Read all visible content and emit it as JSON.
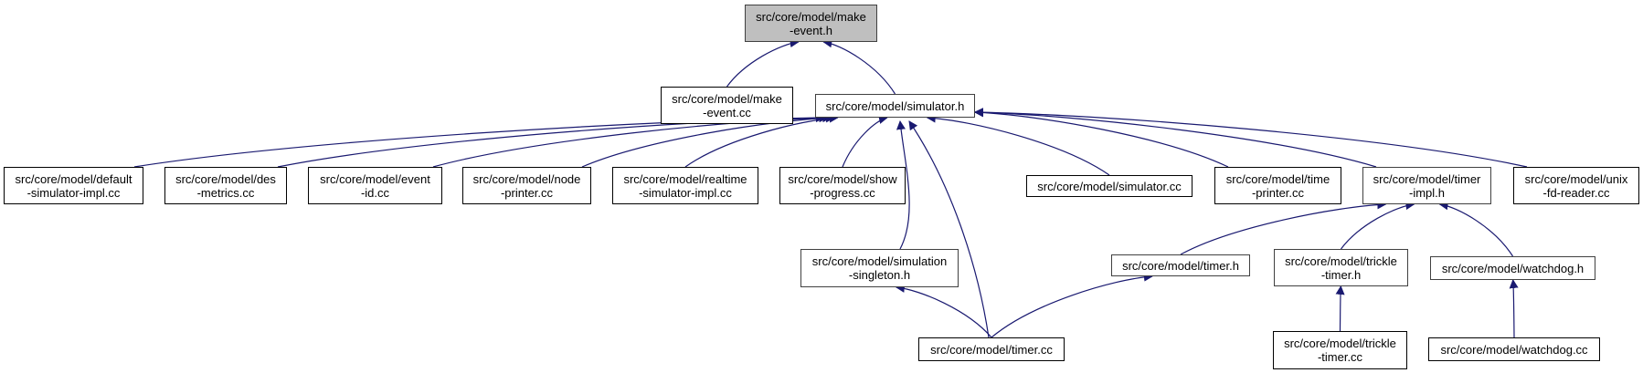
{
  "title": "Include dependency graph for src/core/model/make-event.h",
  "colors": {
    "edge": "#191970",
    "root_fill": "#bfbfbf",
    "node_fill": "#ffffff",
    "border": "#000000"
  },
  "nodes": {
    "make_event_h": {
      "line1": "src/core/model/make",
      "line2": "-event.h"
    },
    "make_event_cc": {
      "line1": "src/core/model/make",
      "line2": "-event.cc"
    },
    "simulator_h": {
      "line1": "src/core/model/simulator.h",
      "line2": ""
    },
    "default_simulator_impl_cc": {
      "line1": "src/core/model/default",
      "line2": "-simulator-impl.cc"
    },
    "des_metrics_cc": {
      "line1": "src/core/model/des",
      "line2": "-metrics.cc"
    },
    "event_id_cc": {
      "line1": "src/core/model/event",
      "line2": "-id.cc"
    },
    "node_printer_cc": {
      "line1": "src/core/model/node",
      "line2": "-printer.cc"
    },
    "realtime_simulator_impl_cc": {
      "line1": "src/core/model/realtime",
      "line2": "-simulator-impl.cc"
    },
    "show_progress_cc": {
      "line1": "src/core/model/show",
      "line2": "-progress.cc"
    },
    "simulator_cc": {
      "line1": "src/core/model/simulator.cc",
      "line2": ""
    },
    "time_printer_cc": {
      "line1": "src/core/model/time",
      "line2": "-printer.cc"
    },
    "timer_impl_h": {
      "line1": "src/core/model/timer",
      "line2": "-impl.h"
    },
    "unix_fd_reader_cc": {
      "line1": "src/core/model/unix",
      "line2": "-fd-reader.cc"
    },
    "simulation_singleton_h": {
      "line1": "src/core/model/simulation",
      "line2": "-singleton.h"
    },
    "timer_h": {
      "line1": "src/core/model/timer.h",
      "line2": ""
    },
    "trickle_timer_h": {
      "line1": "src/core/model/trickle",
      "line2": "-timer.h"
    },
    "watchdog_h": {
      "line1": "src/core/model/watchdog.h",
      "line2": ""
    },
    "timer_cc": {
      "line1": "src/core/model/timer.cc",
      "line2": ""
    },
    "trickle_timer_cc": {
      "line1": "src/core/model/trickle",
      "line2": "-timer.cc"
    },
    "watchdog_cc": {
      "line1": "src/core/model/watchdog.cc",
      "line2": ""
    }
  },
  "edges": [
    {
      "from": "make_event_cc",
      "to": "make_event_h"
    },
    {
      "from": "simulator_h",
      "to": "make_event_h"
    },
    {
      "from": "default_simulator_impl_cc",
      "to": "simulator_h"
    },
    {
      "from": "des_metrics_cc",
      "to": "simulator_h"
    },
    {
      "from": "event_id_cc",
      "to": "simulator_h"
    },
    {
      "from": "node_printer_cc",
      "to": "simulator_h"
    },
    {
      "from": "realtime_simulator_impl_cc",
      "to": "simulator_h"
    },
    {
      "from": "show_progress_cc",
      "to": "simulator_h"
    },
    {
      "from": "simulation_singleton_h",
      "to": "simulator_h"
    },
    {
      "from": "timer_cc",
      "to": "simulator_h"
    },
    {
      "from": "simulator_cc",
      "to": "simulator_h"
    },
    {
      "from": "time_printer_cc",
      "to": "simulator_h"
    },
    {
      "from": "timer_impl_h",
      "to": "simulator_h"
    },
    {
      "from": "unix_fd_reader_cc",
      "to": "simulator_h"
    },
    {
      "from": "timer_h",
      "to": "timer_impl_h"
    },
    {
      "from": "trickle_timer_h",
      "to": "timer_impl_h"
    },
    {
      "from": "watchdog_h",
      "to": "timer_impl_h"
    },
    {
      "from": "timer_cc",
      "to": "simulation_singleton_h"
    },
    {
      "from": "timer_cc",
      "to": "timer_h"
    },
    {
      "from": "trickle_timer_cc",
      "to": "trickle_timer_h"
    },
    {
      "from": "watchdog_cc",
      "to": "watchdog_h"
    }
  ]
}
